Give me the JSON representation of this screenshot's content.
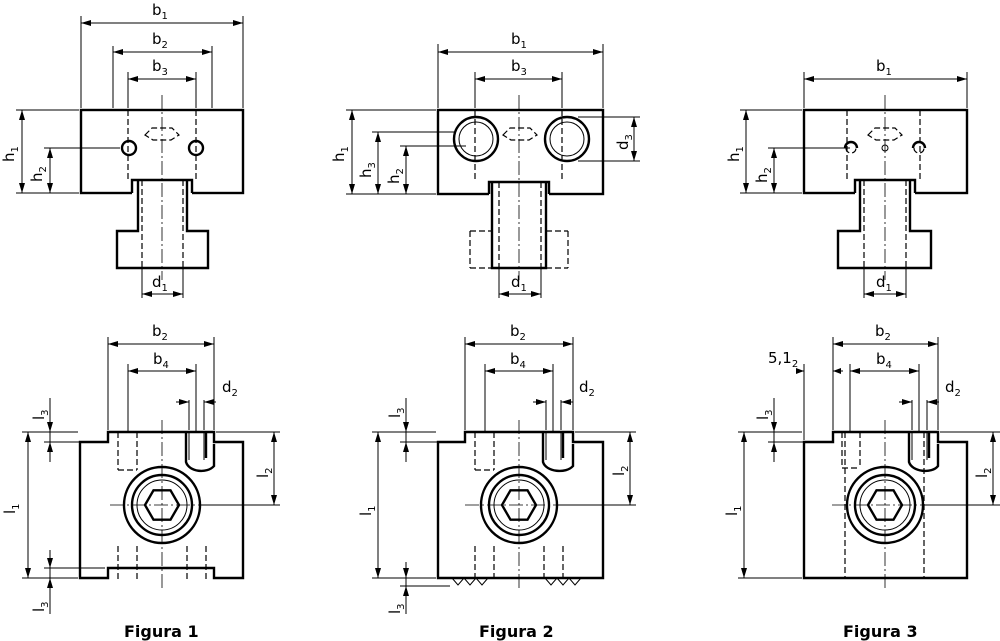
{
  "figures": [
    {
      "caption": "Figura 1",
      "front": {
        "b1": "b",
        "b1s": "1",
        "b2": "b",
        "b2s": "2",
        "b3": "b",
        "b3s": "3",
        "h1": "h",
        "h1s": "1",
        "h2": "h",
        "h2s": "2",
        "d1": "d",
        "d1s": "1"
      },
      "plan": {
        "b2": "b",
        "b2s": "2",
        "b4": "b",
        "b4s": "4",
        "d2": "d",
        "d2s": "2",
        "l1": "l",
        "l1s": "1",
        "l2": "l",
        "l2s": "2",
        "l3": "l",
        "l3s": "3",
        "l3b": "l",
        "l3bs": "3"
      }
    },
    {
      "caption": "Figura 2",
      "front": {
        "b1": "b",
        "b1s": "1",
        "b3": "b",
        "b3s": "3",
        "h1": "h",
        "h1s": "1",
        "h2": "h",
        "h2s": "2",
        "h3": "h",
        "h3s": "3",
        "d1": "d",
        "d1s": "1",
        "d3": "d",
        "d3s": "3"
      },
      "plan": {
        "b2": "b",
        "b2s": "2",
        "b4": "b",
        "b4s": "4",
        "d2": "d",
        "d2s": "2",
        "l1": "l",
        "l1s": "1",
        "l2": "l",
        "l2s": "2",
        "l3": "l",
        "l3s": "3",
        "l3b": "l",
        "l3bs": "3"
      }
    },
    {
      "caption": "Figura 3",
      "front": {
        "b1": "b",
        "b1s": "1",
        "h1": "h",
        "h1s": "1",
        "h2": "h",
        "h2s": "2",
        "d1": "d",
        "d1s": "1"
      },
      "plan": {
        "b2": "b",
        "b2s": "2",
        "b4": "b",
        "b4s": "4",
        "d2": "d",
        "d2s": "2",
        "l1": "l",
        "l1s": "1",
        "l2": "l",
        "l2s": "2",
        "l3": "l",
        "l3s": "3",
        "off": "5,1",
        "offs": "2"
      }
    }
  ]
}
